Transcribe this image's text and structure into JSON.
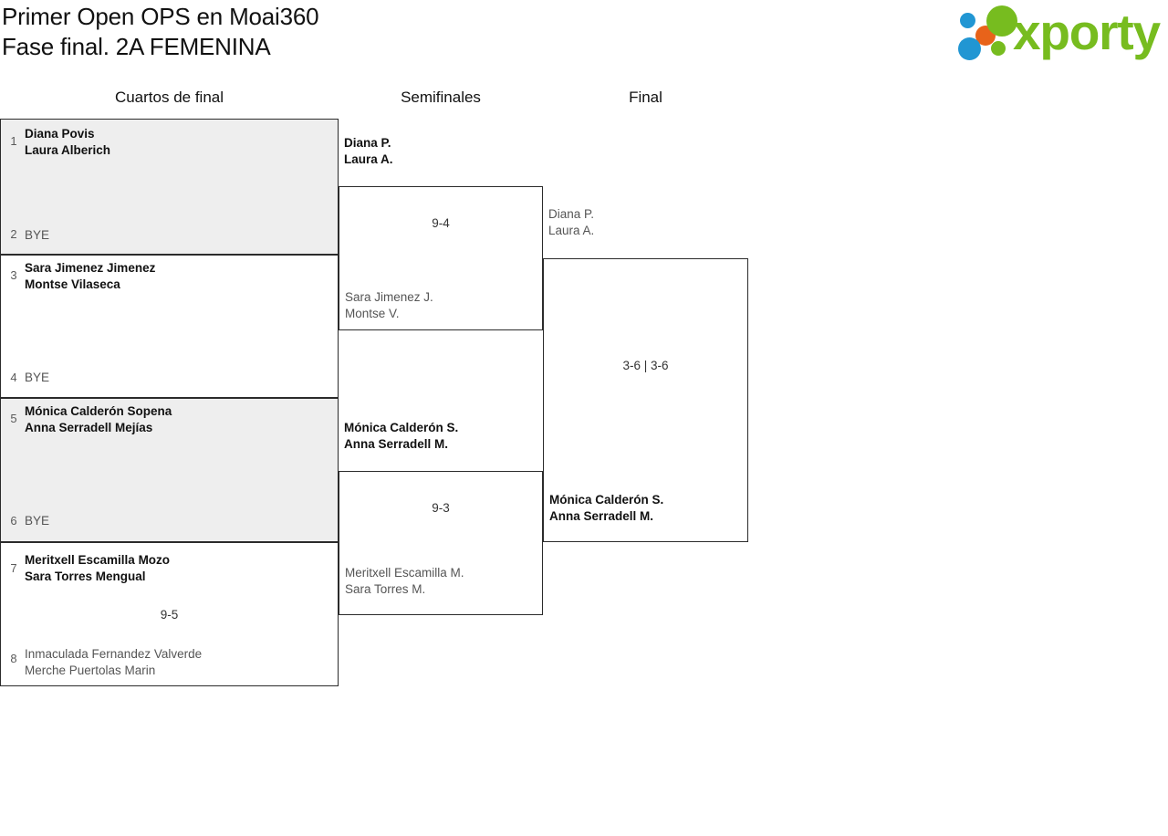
{
  "header": {
    "title_line1": "Primer Open OPS en Moai360",
    "title_line2": "Fase final. 2A FEMENINA",
    "logo_word": "xporty",
    "logo_colors": {
      "green": "#77bc1f",
      "blue": "#2196d3",
      "orange": "#e8631a"
    }
  },
  "rounds": [
    {
      "label": "Cuartos de final"
    },
    {
      "label": "Semifinales"
    },
    {
      "label": "Final"
    }
  ],
  "quarterfinals": [
    {
      "seed_top": "1",
      "top_line1": "Diana Povis",
      "top_line2": "Laura Alberich",
      "seed_bottom": "2",
      "bottom_line1": "BYE",
      "bottom_line2": "",
      "score": "",
      "shaded": true
    },
    {
      "seed_top": "3",
      "top_line1": "Sara Jimenez Jimenez",
      "top_line2": "Montse Vilaseca",
      "seed_bottom": "4",
      "bottom_line1": "BYE",
      "bottom_line2": "",
      "score": "",
      "shaded": false
    },
    {
      "seed_top": "5",
      "top_line1": "Mónica Calderón Sopena",
      "top_line2": "Anna Serradell Mejías",
      "seed_bottom": "6",
      "bottom_line1": "BYE",
      "bottom_line2": "",
      "score": "",
      "shaded": true
    },
    {
      "seed_top": "7",
      "top_line1": "Meritxell Escamilla Mozo",
      "top_line2": "Sara Torres Mengual",
      "seed_bottom": "8",
      "bottom_line1": "Inmaculada Fernandez Valverde",
      "bottom_line2": "Merche Puertolas Marin",
      "score": "9-5",
      "shaded": false
    }
  ],
  "semifinals": [
    {
      "top_line1": "Diana P.",
      "top_line2": "Laura A.",
      "bottom_line1": "Sara Jimenez J.",
      "bottom_line2": "Montse V.",
      "score": "9-4"
    },
    {
      "top_line1": "Mónica Calderón S.",
      "top_line2": "Anna Serradell M.",
      "bottom_line1": "Meritxell Escamilla M.",
      "bottom_line2": "Sara Torres M.",
      "score": "9-3"
    }
  ],
  "final": {
    "top_line1": "Diana P.",
    "top_line2": "Laura A.",
    "bottom_line1": "Mónica Calderón S.",
    "bottom_line2": "Anna Serradell M.",
    "score": "3-6 | 3-6"
  }
}
